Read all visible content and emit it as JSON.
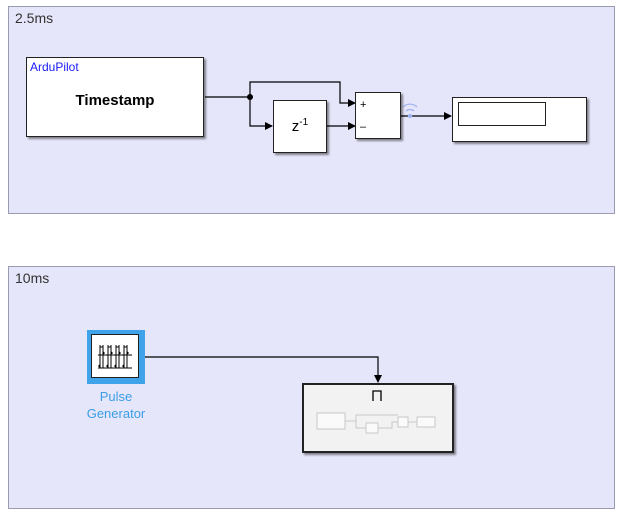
{
  "areas": {
    "top": {
      "label": "2.5ms"
    },
    "bottom": {
      "label": "10ms"
    }
  },
  "timestamp_block": {
    "tag": "ArduPilot",
    "name": "Timestamp"
  },
  "delay_block": {
    "base": "z",
    "exponent": "-1"
  },
  "sum_block": {
    "plus": "+",
    "minus": "–"
  },
  "pulse_block": {
    "line1": "Pulse",
    "line2": "Generator"
  },
  "colors": {
    "area_bg": "#e6e6fa",
    "link_blue": "#1a1aff",
    "selection_blue": "#3fa3ea",
    "pulse_label": "#3a9ee6"
  }
}
